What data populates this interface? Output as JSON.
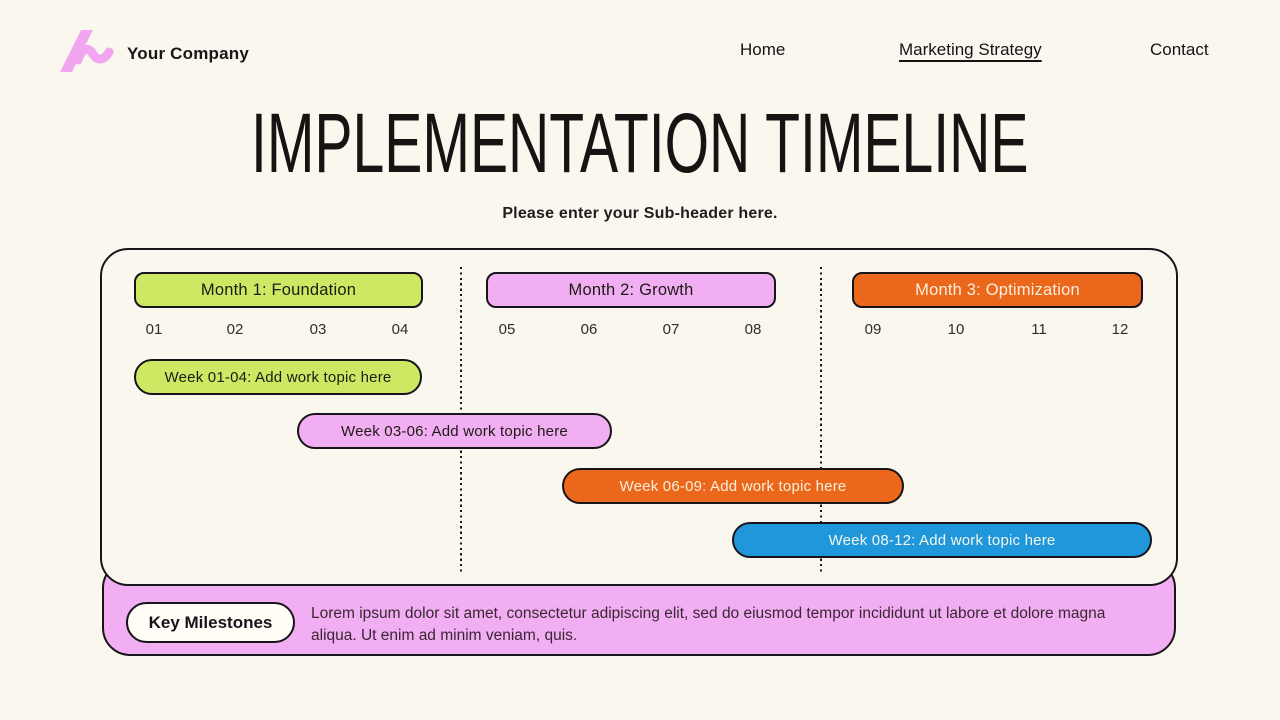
{
  "page": {
    "background": "#FAF8EE",
    "ink": "#18151A"
  },
  "header": {
    "logo_icon": "brand-squiggle-icon",
    "logo_color": "#F2A6EF",
    "company_name": "Your Company",
    "nav": [
      {
        "label": "Home",
        "active": false
      },
      {
        "label": "Marketing Strategy",
        "active": true
      },
      {
        "label": "Contact",
        "active": false
      }
    ]
  },
  "hero": {
    "title": "IMPLEMENTATION TIMELINE",
    "subtitle": "Please enter your Sub-header here."
  },
  "timeline": {
    "months": [
      {
        "label": "Month 1: Foundation",
        "fill": "#CDE964",
        "text_color": "#1E1B16",
        "weeks": [
          "01",
          "02",
          "03",
          "04"
        ]
      },
      {
        "label": "Month 2: Growth",
        "fill": "#F2AEF2",
        "text_color": "#1E1B16",
        "weeks": [
          "05",
          "06",
          "07",
          "08"
        ]
      },
      {
        "label": "Month 3: Optimization",
        "fill": "#EB671B",
        "text_color": "#FBEFDC",
        "weeks": [
          "09",
          "10",
          "11",
          "12"
        ]
      }
    ],
    "bars": [
      {
        "label": "Week 01-04: Add work topic here",
        "fill": "#CDE964",
        "text_color": "#1E1B16"
      },
      {
        "label": "Week 03-06: Add work topic here",
        "fill": "#F2AEF2",
        "text_color": "#1E1B16"
      },
      {
        "label": "Week 06-09: Add work topic here",
        "fill": "#EB671B",
        "text_color": "#FBEFDC"
      },
      {
        "label": "Week 08-12: Add work topic here",
        "fill": "#2097DB",
        "text_color": "#F1F6EC"
      }
    ]
  },
  "milestones": {
    "badge_label": "Key Milestones",
    "banner_fill": "#F2AEF2",
    "text": "Lorem ipsum dolor sit amet, consectetur adipiscing elit, sed do eiusmod tempor incididunt ut labore et dolore magna aliqua. Ut enim ad minim veniam, quis."
  }
}
